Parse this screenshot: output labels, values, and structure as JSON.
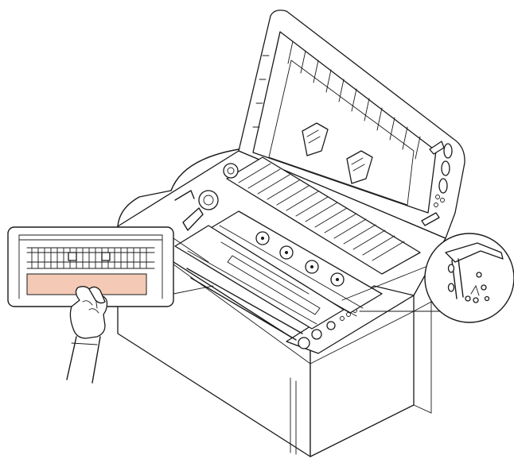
{
  "figure": {
    "highlight_color": "#f4c9b6",
    "line_color": "#1a1a1a",
    "background_color": "#ffffff",
    "icons": [
      "printer-open-lid",
      "fuser-detail-callout",
      "wiping-hand",
      "gear-linkage-detail"
    ]
  }
}
